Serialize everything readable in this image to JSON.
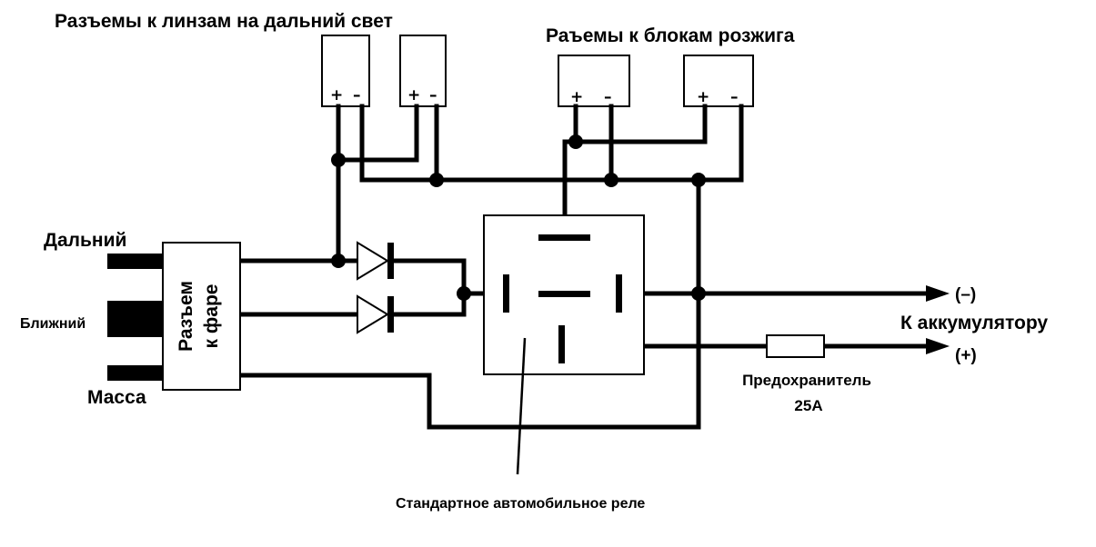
{
  "labels": {
    "lens_connectors": "Разъемы к линзам на дальний свет",
    "ignition_connectors": "Раъемы к блокам розжига",
    "high_beam": "Дальний",
    "low_beam": "Ближний",
    "ground": "Масса",
    "headlight_connector_line1": "Разъем",
    "headlight_connector_line2": "к фаре",
    "to_battery": "К аккумулятору",
    "minus_terminal": "(–)",
    "plus_terminal": "(+)",
    "fuse_line1": "Предохранитель",
    "fuse_line2": "25А",
    "relay": "Стандартное автомобильное реле"
  },
  "connectors": {
    "lens_1": {
      "plus": "+",
      "minus": "–"
    },
    "lens_2": {
      "plus": "+",
      "minus": "–"
    },
    "ignition_1": {
      "plus": "+",
      "minus": "–"
    },
    "ignition_2": {
      "plus": "+",
      "minus": "–"
    }
  }
}
